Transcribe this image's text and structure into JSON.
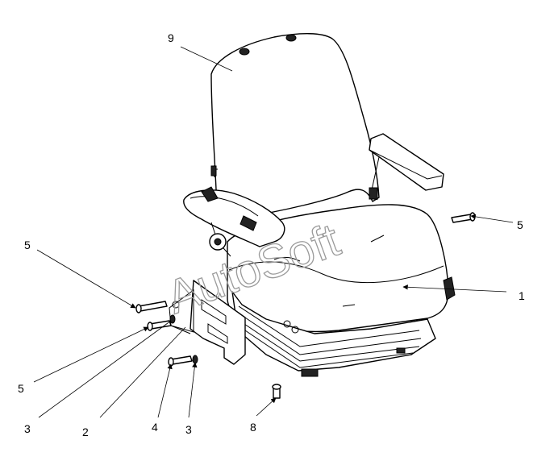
{
  "callouts": {
    "c1": "1",
    "c2": "2",
    "c3a": "3",
    "c3b": "3",
    "c4": "4",
    "c5a": "5",
    "c5b": "5",
    "c5c": "5",
    "c8": "8",
    "c9": "9"
  },
  "watermark": "AutoSoft"
}
